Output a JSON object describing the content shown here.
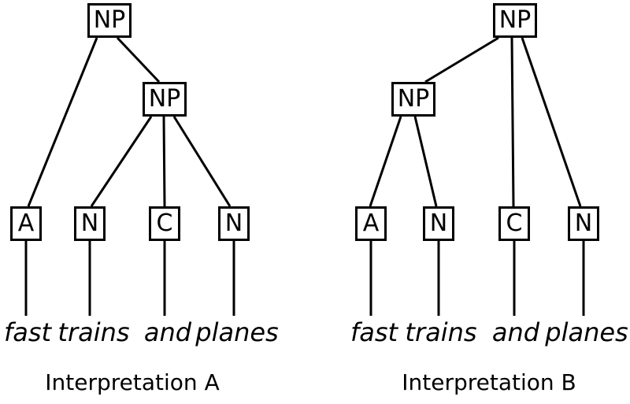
{
  "colors": {
    "foreground": "#000000",
    "background": "#ffffff"
  },
  "trees": [
    {
      "caption": "Interpretation A",
      "root_label": "NP",
      "inner_label": "NP",
      "leaves": [
        "A",
        "N",
        "C",
        "N"
      ],
      "words": [
        "fast",
        "trains",
        "and",
        "planes"
      ],
      "structure": {
        "root_children": [
          "A",
          "NP(inner)"
        ],
        "inner_children": [
          "N",
          "C",
          "N"
        ],
        "leaf_to_word": {
          "A": "fast",
          "N1": "trains",
          "C": "and",
          "N2": "planes"
        }
      }
    },
    {
      "caption": "Interpretation B",
      "root_label": "NP",
      "inner_label": "NP",
      "leaves": [
        "A",
        "N",
        "C",
        "N"
      ],
      "words": [
        "fast",
        "trains",
        "and",
        "planes"
      ],
      "structure": {
        "root_children": [
          "NP(inner)",
          "C",
          "N"
        ],
        "inner_children": [
          "A",
          "N"
        ],
        "leaf_to_word": {
          "A": "fast",
          "N1": "trains",
          "C": "and",
          "N2": "planes"
        }
      }
    }
  ]
}
